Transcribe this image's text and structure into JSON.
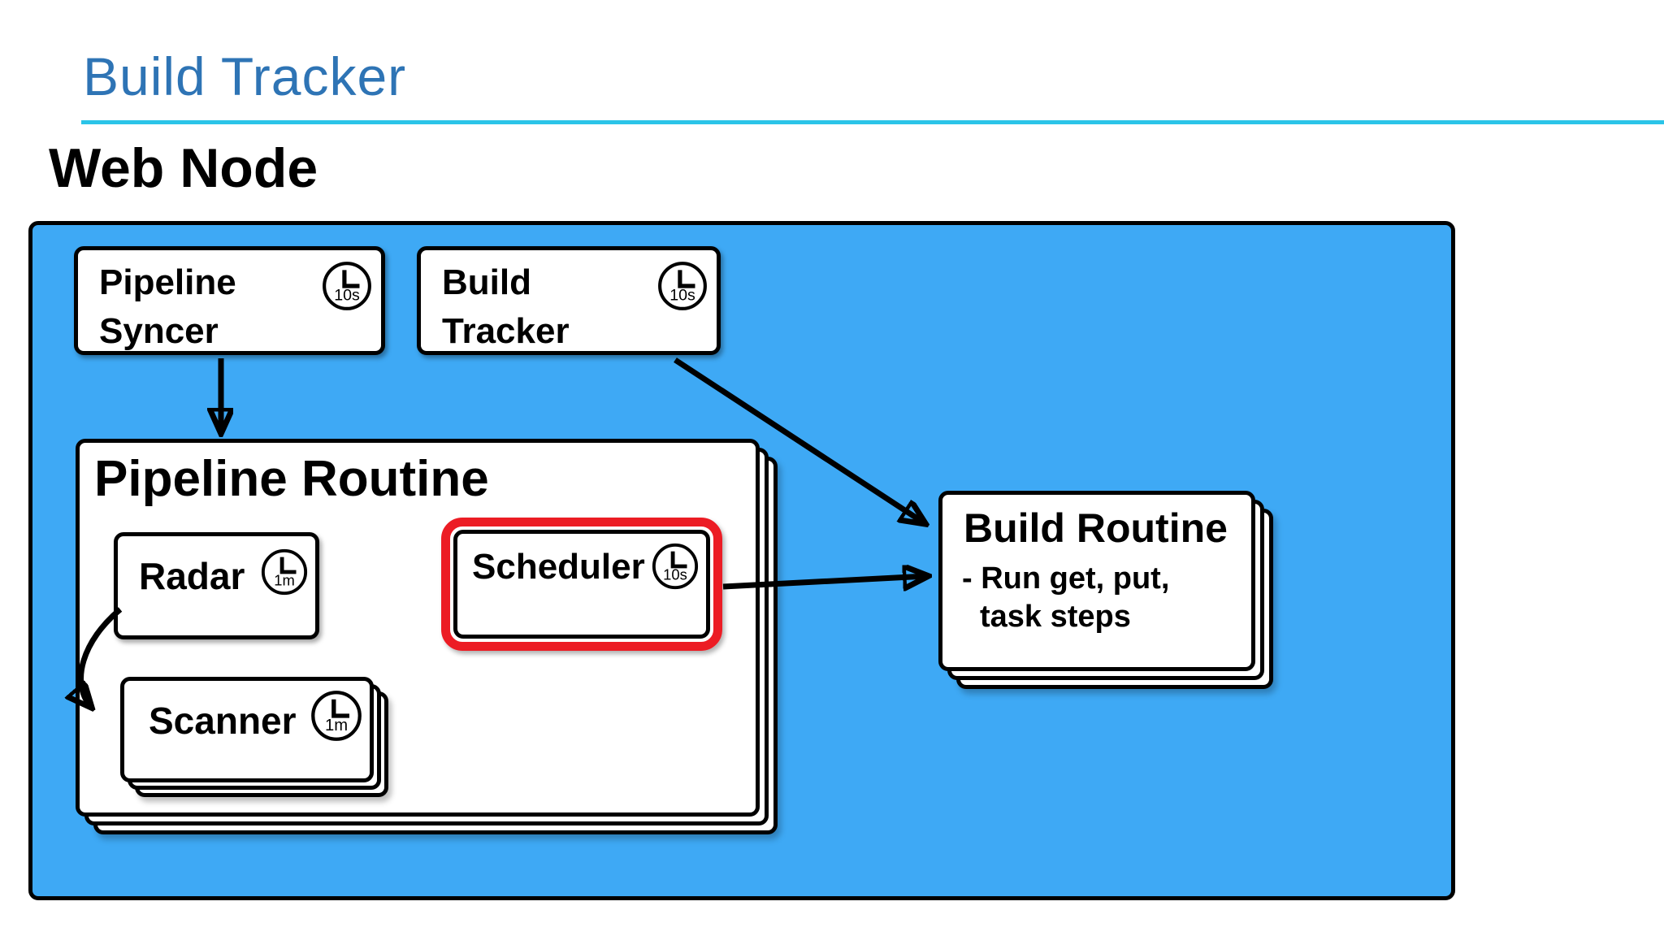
{
  "header": {
    "title": "Build Tracker",
    "subtitle": "Web Node"
  },
  "colors": {
    "container": "#3EA9F5",
    "title": "#2E74B5",
    "underline": "#2BC4E8",
    "highlight": "#EC1C24"
  },
  "nodes": {
    "pipeline_syncer": {
      "line1": "Pipeline",
      "line2": "Syncer",
      "interval": "10s"
    },
    "build_tracker": {
      "line1": "Build",
      "line2": "Tracker",
      "interval": "10s"
    },
    "pipeline_routine": {
      "title": "Pipeline Routine"
    },
    "radar": {
      "label": "Radar",
      "interval": "1m"
    },
    "scheduler": {
      "label": "Scheduler",
      "interval": "10s"
    },
    "scanner": {
      "label": "Scanner",
      "interval": "1m"
    },
    "build_routine": {
      "title": "Build Routine",
      "bullet1": "- Run get, put,",
      "bullet2": "task steps"
    }
  }
}
